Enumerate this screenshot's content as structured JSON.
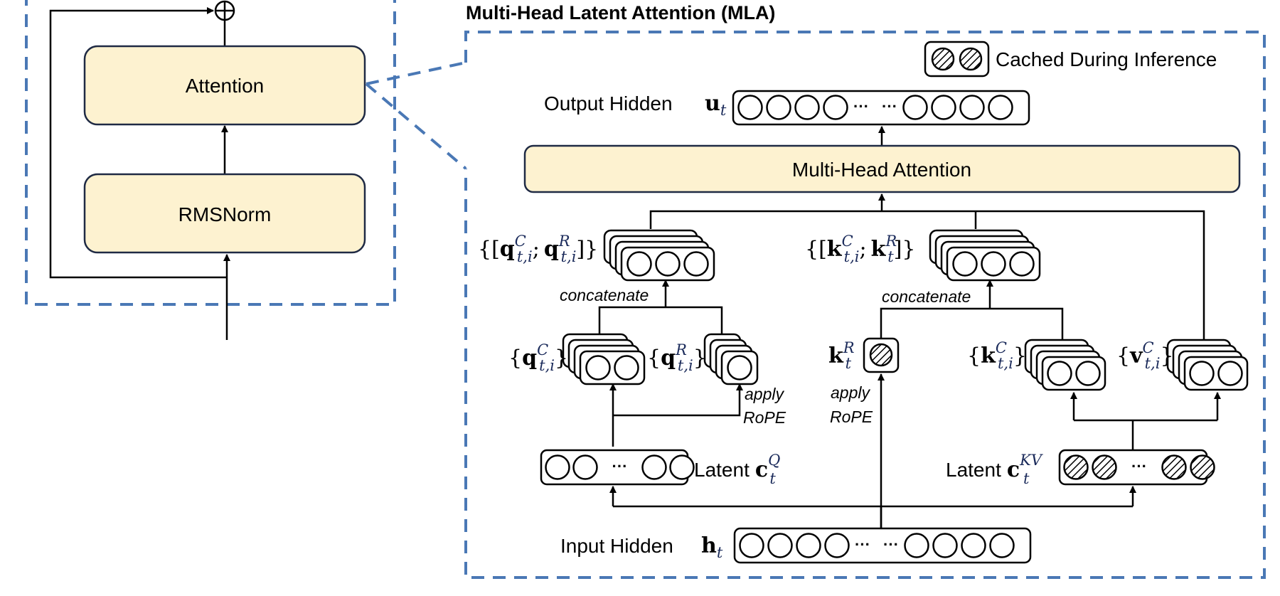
{
  "decoder_block": {
    "attention_label": "Attention",
    "norm_label": "RMSNorm",
    "residual_add_symbol": "⊕"
  },
  "mla": {
    "title": "Multi-Head Latent Attention (MLA)",
    "legend": {
      "label": "Cached During Inference",
      "icon": "hatched-circle-icon"
    },
    "output_hidden": {
      "label": "Output Hidden",
      "symbol": "u",
      "sub": "t"
    },
    "mha_label": "Multi-Head Attention",
    "q_concat": {
      "open": "{[",
      "a": "q",
      "a_sup": "C",
      "a_sub": "t,i",
      "sep": ";",
      "b": "q",
      "b_sup": "R",
      "b_sub": "t,i",
      "close": "]}"
    },
    "k_concat": {
      "open": "{[",
      "a": "k",
      "a_sup": "C",
      "a_sub": "t,i",
      "sep": ";",
      "b": "k",
      "b_sup": "R",
      "b_sub": "t",
      "close": "]}"
    },
    "concatenate_label": "concatenate",
    "q_c": {
      "open": "{",
      "sym": "q",
      "sup": "C",
      "sub": "t,i",
      "close": "}"
    },
    "q_r": {
      "open": "{",
      "sym": "q",
      "sup": "R",
      "sub": "t,i",
      "close": "}"
    },
    "k_r": {
      "sym": "k",
      "sup": "R",
      "sub": "t"
    },
    "k_c": {
      "open": "{",
      "sym": "k",
      "sup": "C",
      "sub": "t,i",
      "close": "}"
    },
    "v_c": {
      "open": "{",
      "sym": "v",
      "sup": "C",
      "sub": "t,i",
      "close": "}"
    },
    "apply_rope_line1": "apply",
    "apply_rope_line2": "RoPE",
    "latent_q": {
      "label": "Latent",
      "sym": "c",
      "sup": "Q",
      "sub": "t"
    },
    "latent_kv": {
      "label": "Latent",
      "sym": "c",
      "sup": "KV",
      "sub": "t"
    },
    "input_hidden": {
      "label": "Input Hidden",
      "symbol": "h",
      "sub": "t"
    },
    "ellipsis": "···",
    "colors": {
      "block_fill": "#fdf2d0",
      "dashed_border": "#4a78b5",
      "stroke": "#000000"
    }
  }
}
